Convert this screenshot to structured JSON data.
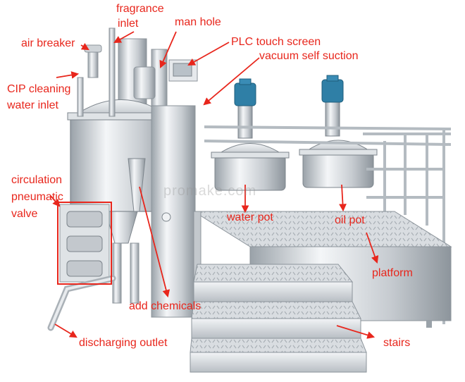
{
  "colors": {
    "label_text": "#e8261c",
    "arrow": "#e8261c",
    "steel_light": "#eceff2",
    "steel_mid": "#c3c8cd",
    "steel_dark": "#8c949b",
    "motor_blue": "#2f7fa6"
  },
  "watermark": "promake.com",
  "labels": {
    "fragrance_inlet_1": "fragrance",
    "fragrance_inlet_2": "inlet",
    "man_hole": "man hole",
    "air_breaker": "air breaker",
    "plc_touch_screen": "PLC touch screen",
    "vacuum_self_suction": "vacuum self suction",
    "cip_1": "CIP cleaning",
    "cip_2": "water inlet",
    "circulation_1": "circulation",
    "circulation_2": "pneumatic",
    "circulation_3": "valve",
    "water_pot": "water pot",
    "oil_pot": "oil pot",
    "platform": "platform",
    "add_chemicals": "add chemicals",
    "discharging_outlet": "discharging outlet",
    "stairs": "stairs"
  }
}
